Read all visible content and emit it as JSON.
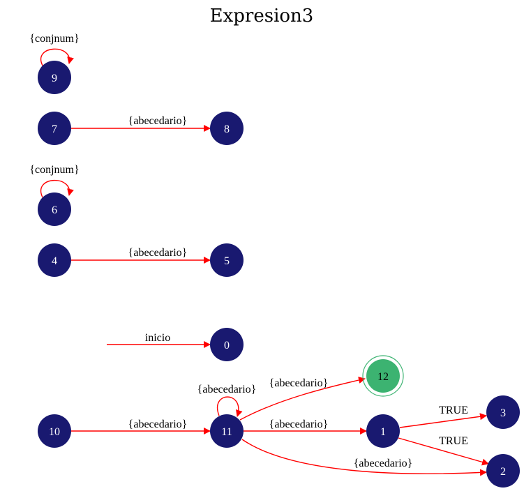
{
  "diagram": {
    "title": "Expresion3",
    "colors": {
      "node_fill": "#191970",
      "accept_fill": "#3cb371",
      "edge": "#ff0000",
      "node_text": "#ffffff",
      "edge_text": "#000000"
    },
    "nodes": [
      {
        "id": "9",
        "label": "9",
        "accept": false
      },
      {
        "id": "7",
        "label": "7",
        "accept": false
      },
      {
        "id": "8",
        "label": "8",
        "accept": false
      },
      {
        "id": "6",
        "label": "6",
        "accept": false
      },
      {
        "id": "4",
        "label": "4",
        "accept": false
      },
      {
        "id": "5",
        "label": "5",
        "accept": false
      },
      {
        "id": "0",
        "label": "0",
        "accept": false
      },
      {
        "id": "12",
        "label": "12",
        "accept": true
      },
      {
        "id": "10",
        "label": "10",
        "accept": false
      },
      {
        "id": "11",
        "label": "11",
        "accept": false
      },
      {
        "id": "1",
        "label": "1",
        "accept": false
      },
      {
        "id": "3",
        "label": "3",
        "accept": false
      },
      {
        "id": "2",
        "label": "2",
        "accept": false
      }
    ],
    "edges": [
      {
        "from": "9",
        "to": "9",
        "label": "{conjnum}"
      },
      {
        "from": "7",
        "to": "8",
        "label": "{abecedario}"
      },
      {
        "from": "6",
        "to": "6",
        "label": "{conjnum}"
      },
      {
        "from": "4",
        "to": "5",
        "label": "{abecedario}"
      },
      {
        "from": "start",
        "to": "0",
        "label": "inicio"
      },
      {
        "from": "11",
        "to": "11",
        "label": "{abecedario}"
      },
      {
        "from": "11",
        "to": "12",
        "label": "{abecedario}"
      },
      {
        "from": "10",
        "to": "11",
        "label": "{abecedario}"
      },
      {
        "from": "11",
        "to": "1",
        "label": "{abecedario}"
      },
      {
        "from": "11",
        "to": "2",
        "label": "{abecedario}"
      },
      {
        "from": "1",
        "to": "3",
        "label": "TRUE"
      },
      {
        "from": "1",
        "to": "2",
        "label": "TRUE"
      }
    ]
  }
}
